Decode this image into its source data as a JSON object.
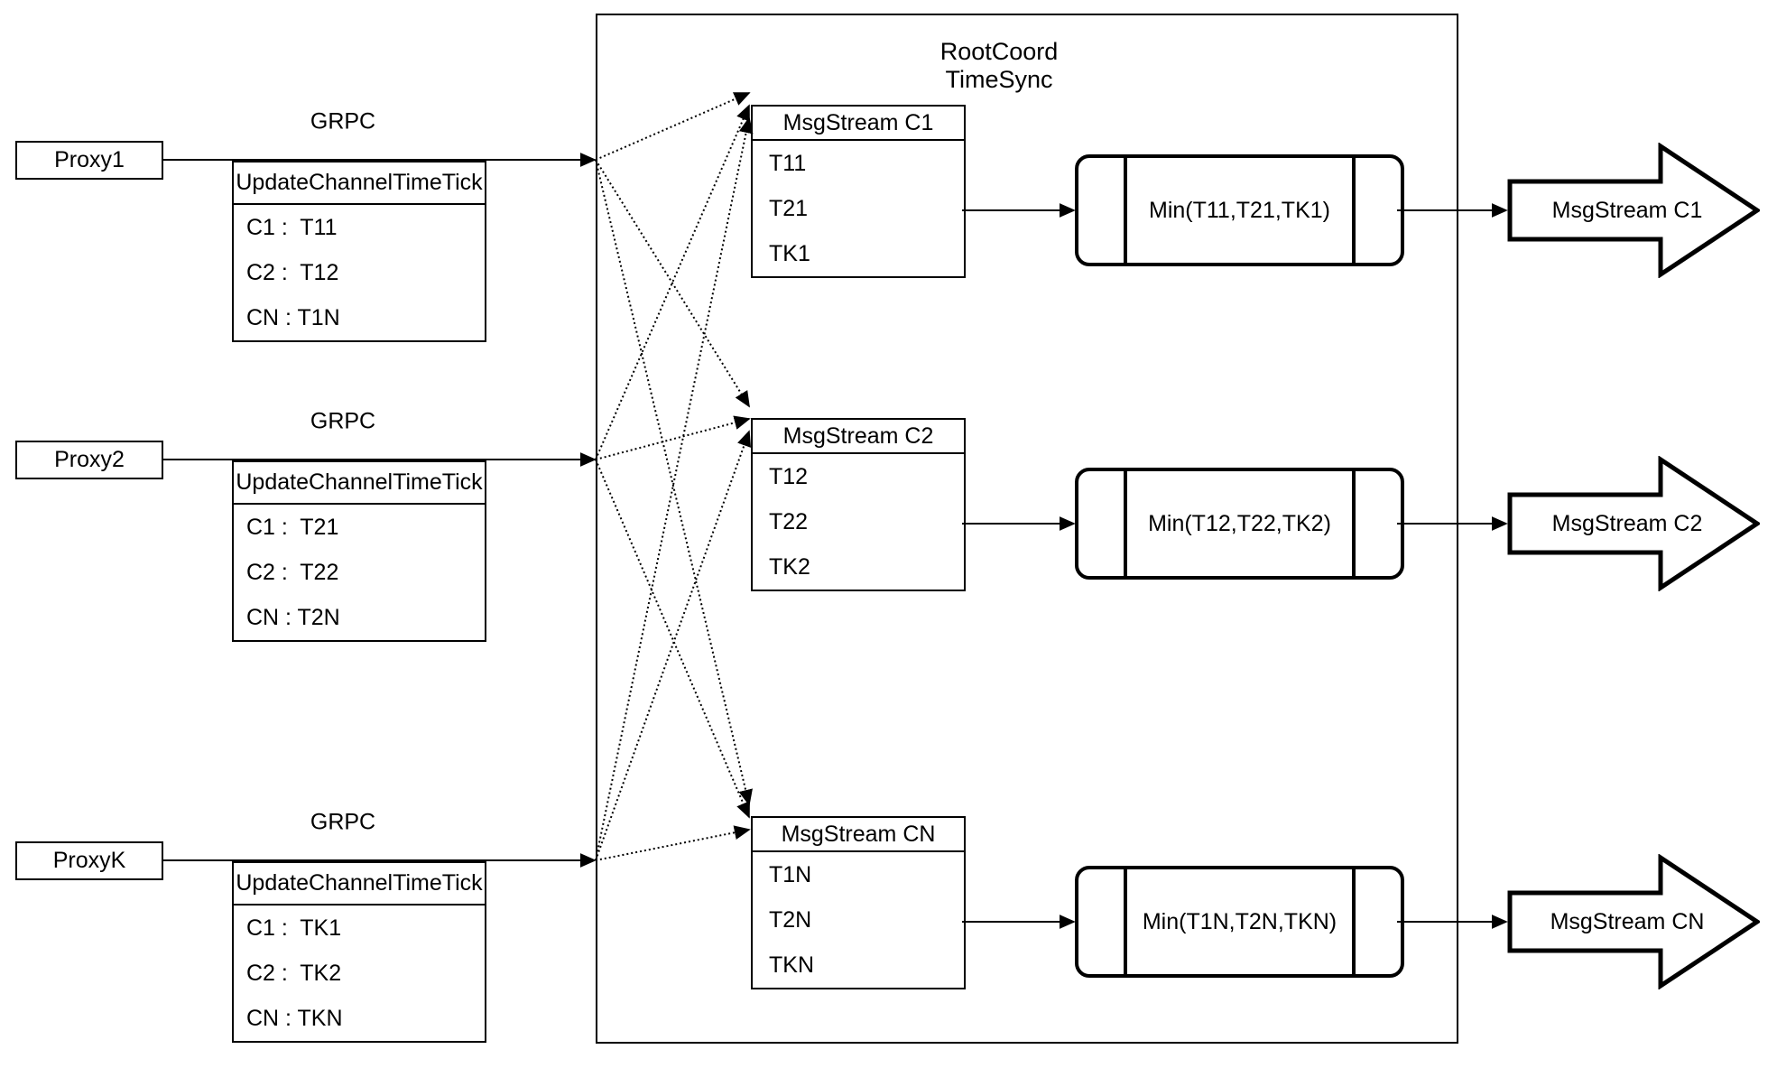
{
  "colors": {
    "background": "#ffffff",
    "stroke": "#000000"
  },
  "diagram": {
    "title": "RootCoord TimeSync",
    "proxies": [
      {
        "name": "Proxy1",
        "protocol_label": "GRPC",
        "message": {
          "header": "UpdateChannelTimeTick",
          "rows": [
            "C1 :  T11",
            "C2 :  T12",
            "CN : T1N"
          ]
        }
      },
      {
        "name": "Proxy2",
        "protocol_label": "GRPC",
        "message": {
          "header": "UpdateChannelTimeTick",
          "rows": [
            "C1 :  T21",
            "C2 :  T22",
            "CN : T2N"
          ]
        }
      },
      {
        "name": "ProxyK",
        "protocol_label": "GRPC",
        "message": {
          "header": "UpdateChannelTimeTick",
          "rows": [
            "C1 :  TK1",
            "C2 :  TK2",
            "CN : TKN"
          ]
        }
      }
    ],
    "streams": [
      {
        "table": {
          "header": "MsgStream C1",
          "rows": [
            "T11",
            "T21",
            "TK1"
          ]
        },
        "min_label": "Min(T11,T21,TK1)",
        "output_label": "MsgStream C1"
      },
      {
        "table": {
          "header": "MsgStream C2",
          "rows": [
            "T12",
            "T22",
            "TK2"
          ]
        },
        "min_label": "Min(T12,T22,TK2)",
        "output_label": "MsgStream C2"
      },
      {
        "table": {
          "header": "MsgStream CN",
          "rows": [
            "T1N",
            "T2N",
            "TKN"
          ]
        },
        "min_label": "Min(T1N,T2N,TKN)",
        "output_label": "MsgStream CN"
      }
    ]
  }
}
